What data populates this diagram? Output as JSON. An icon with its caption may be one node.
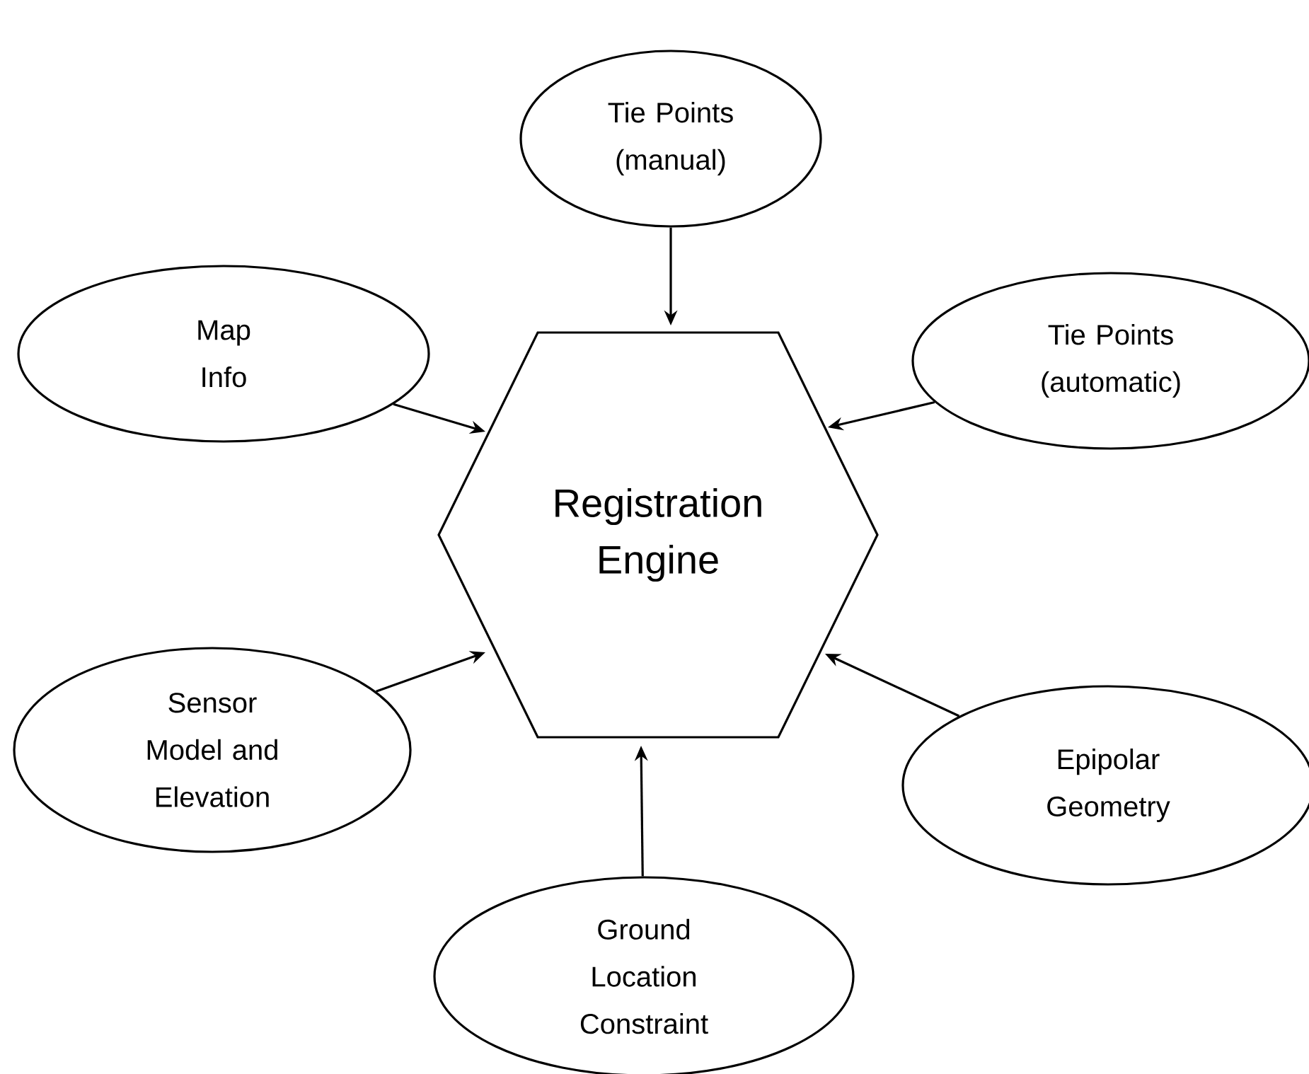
{
  "diagram": {
    "nodes": [
      {
        "text": [
          "Tie Points (manual)"
        ]
      },
      {
        "text": [
          "Map Info"
        ]
      },
      {
        "text": [
          "Tie Points (automatic)"
        ]
      },
      {
        "text": [
          "Registration Engine"
        ]
      },
      {
        "text": [
          "Sensor Model and Elevation"
        ]
      },
      {
        "text": [
          "Epipolar Geometry"
        ]
      },
      {
        "text": [
          "Ground Location Constraint"
        ]
      }
    ],
    "edges": [
      {
        "from": 0,
        "to": 3,
        "arrow": "to"
      },
      {
        "from": 1,
        "to": 3,
        "arrow": "to"
      },
      {
        "from": 2,
        "to": 3,
        "arrow": "to"
      },
      {
        "from": 4,
        "to": 3,
        "arrow": "to"
      },
      {
        "from": 5,
        "to": 3,
        "arrow": "to"
      },
      {
        "from": 6,
        "to": 3,
        "arrow": "to"
      }
    ]
  }
}
